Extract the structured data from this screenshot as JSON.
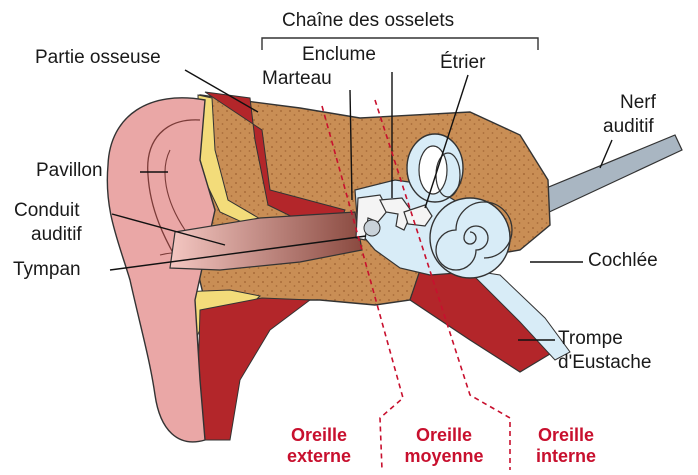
{
  "labels": {
    "chain_title": "Chaîne des osselets",
    "partie_osseuse": "Partie osseuse",
    "enclume": "Enclume",
    "marteau": "Marteau",
    "etrier": "Étrier",
    "nerf_auditif_line1": "Nerf",
    "nerf_auditif_line2": "auditif",
    "pavillon": "Pavillon",
    "conduit_auditif_line1": "Conduit",
    "conduit_auditif_line2": "auditif",
    "tympan": "Tympan",
    "cochlee": "Cochlée",
    "trompe_line1": "Trompe",
    "trompe_line2": "d'Eustache"
  },
  "zones": {
    "externe_line1": "Oreille",
    "externe_line2": "externe",
    "moyenne_line1": "Oreille",
    "moyenne_line2": "moyenne",
    "interne_line1": "Oreille",
    "interne_line2": "interne"
  },
  "colors": {
    "skin": "#eaa7a6",
    "skin_dark": "#d88584",
    "bone": "#c98e55",
    "bone_dots": "#a86c3a",
    "fat": "#f3dc7a",
    "muscle": "#b3262a",
    "cavity": "#d8ecf7",
    "nerve": "#a9b6c2",
    "zone_red": "#c8102e"
  }
}
